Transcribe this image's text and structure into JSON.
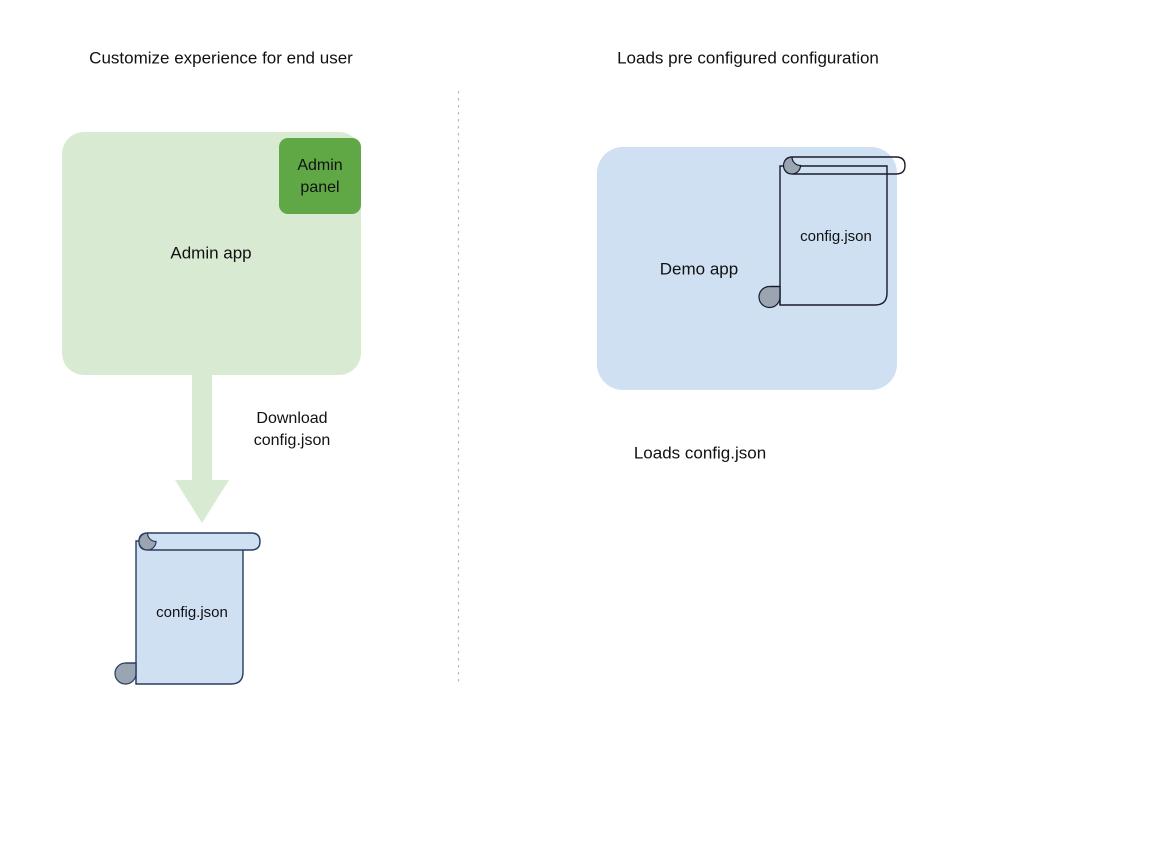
{
  "diagram": {
    "title_left": "Customize experience for end user",
    "title_right": "Loads pre configured configuration",
    "divider": "vertical-dotted-divider",
    "left_column": {
      "app_box": {
        "label": "Admin app",
        "fill": "#d9ead3"
      },
      "panel": {
        "label_line1": "Admin",
        "label_line2": "panel",
        "fill": "#60a845"
      },
      "arrow": {
        "label_line1": "Download",
        "label_line2": "config.json",
        "fill": "#d9ead3",
        "direction": "down"
      },
      "scroll": {
        "label": "config.json",
        "fill": "#cfe0f3",
        "stroke": "#2a3c5e",
        "curl_fill": "#9aa5b1"
      }
    },
    "right_column": {
      "app_box": {
        "label": "Demo app",
        "fill": "#cfe0f3"
      },
      "scroll": {
        "label": "config.json",
        "fill": "none",
        "stroke": "#1a1a2e",
        "curl_fill": "#9aa5b1"
      },
      "caption": "Loads config.json"
    }
  }
}
